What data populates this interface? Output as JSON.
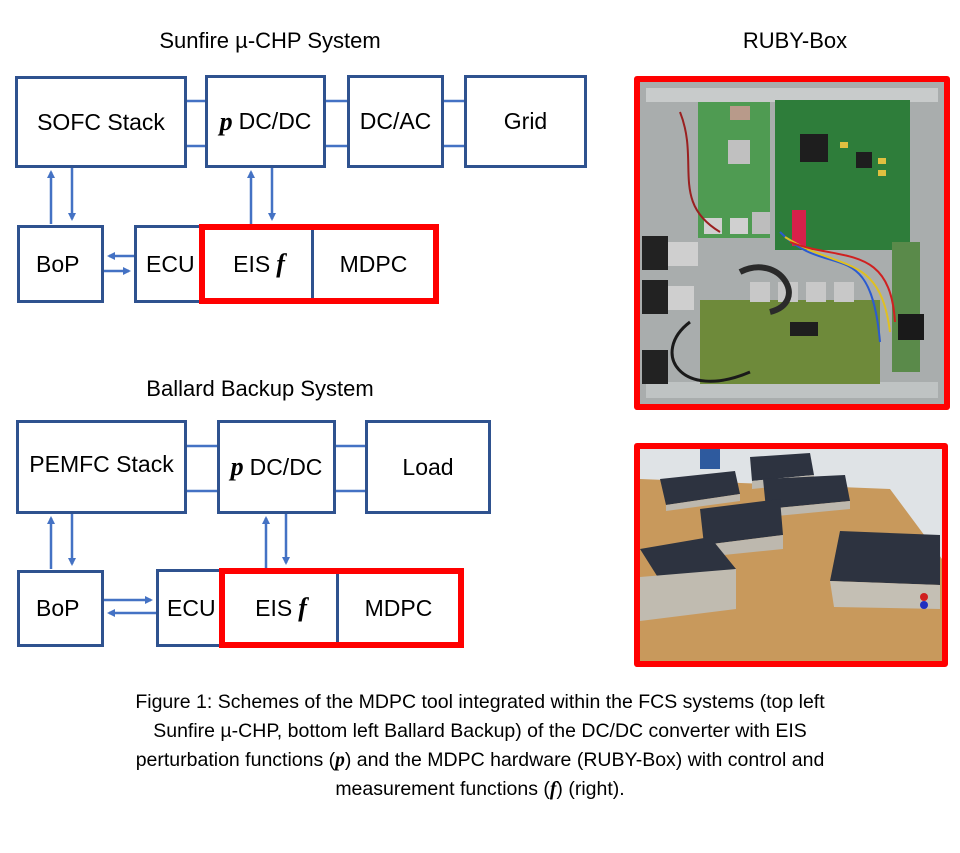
{
  "top_diagram": {
    "title": "Sunfire µ-CHP System",
    "stack": "SOFC Stack",
    "dcdc_symbol": "p",
    "dcdc": "DC/DC",
    "dcac": "DC/AC",
    "grid": "Grid",
    "bop": "BoP",
    "ecu": "ECU",
    "eis": "EIS",
    "eis_symbol": "f",
    "mdpc": "MDPC"
  },
  "bottom_diagram": {
    "title": "Ballard Backup System",
    "stack": "PEMFC Stack",
    "dcdc_symbol": "p",
    "dcdc": "DC/DC",
    "load": "Load",
    "bop": "BoP",
    "ecu": "ECU",
    "eis": "EIS",
    "eis_symbol": "f",
    "mdpc": "MDPC"
  },
  "photos": {
    "title": "RUBY-Box",
    "internal_photo": "RUBY-Box interior with circuit boards and wiring",
    "devices_photo": "Several RUBY-Box units on a wooden table"
  },
  "caption": {
    "line1": "Figure 1: Schemes of the MDPC tool integrated within the FCS systems (top left",
    "line2": "Sunfire µ-CHP, bottom left Ballard Backup) of the DC/DC converter with EIS",
    "line3a": "perturbation functions (",
    "p": "p",
    "line3b": ") and the MDPC hardware (RUBY-Box) with control and",
    "line4a": "measurement functions (",
    "f": "f",
    "line4b": ") (right)."
  },
  "colors": {
    "box_border": "#2f528f",
    "connector": "#4472c4",
    "highlight": "#ff0000"
  }
}
